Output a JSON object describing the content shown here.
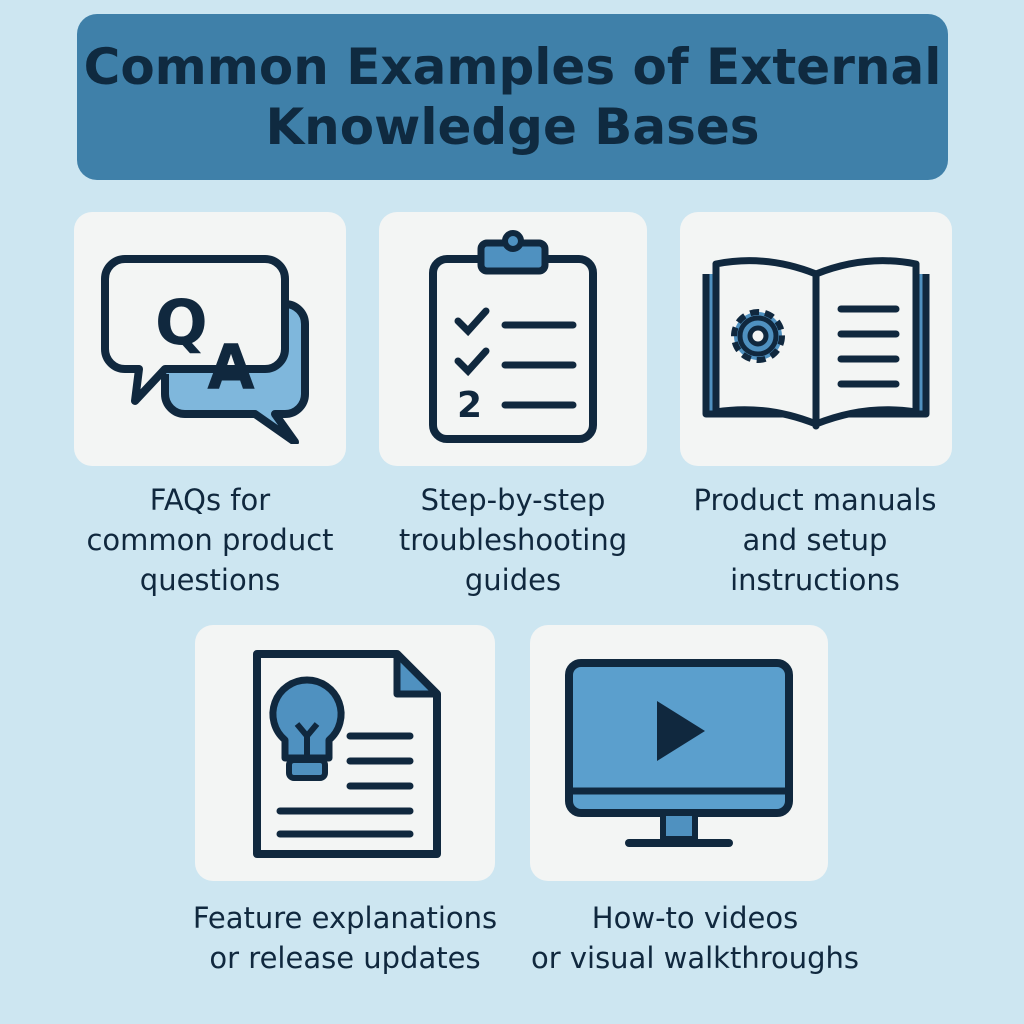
{
  "title": "Common Examples of External Knowledge Bases",
  "items": [
    {
      "label": "FAQs for\ncommon product\nquestions",
      "icon": "qa-speech-bubbles-icon",
      "glyph_q": "Q",
      "glyph_a": "A"
    },
    {
      "label": "Step-by-step\ntroubleshooting\nguides",
      "icon": "clipboard-checklist-icon",
      "step_number": "2"
    },
    {
      "label": "Product manuals\nand setup\ninstructions",
      "icon": "open-book-gear-icon"
    },
    {
      "label": "Feature explanations\nor release updates",
      "icon": "document-lightbulb-icon"
    },
    {
      "label": "How-to videos\nor visual walkthroughs",
      "icon": "monitor-play-icon"
    }
  ],
  "colors": {
    "background": "#cde6f1",
    "banner": "#3f80a9",
    "ink": "#10283e",
    "accent": "#5b9fcd",
    "card": "#f3f5f4"
  }
}
